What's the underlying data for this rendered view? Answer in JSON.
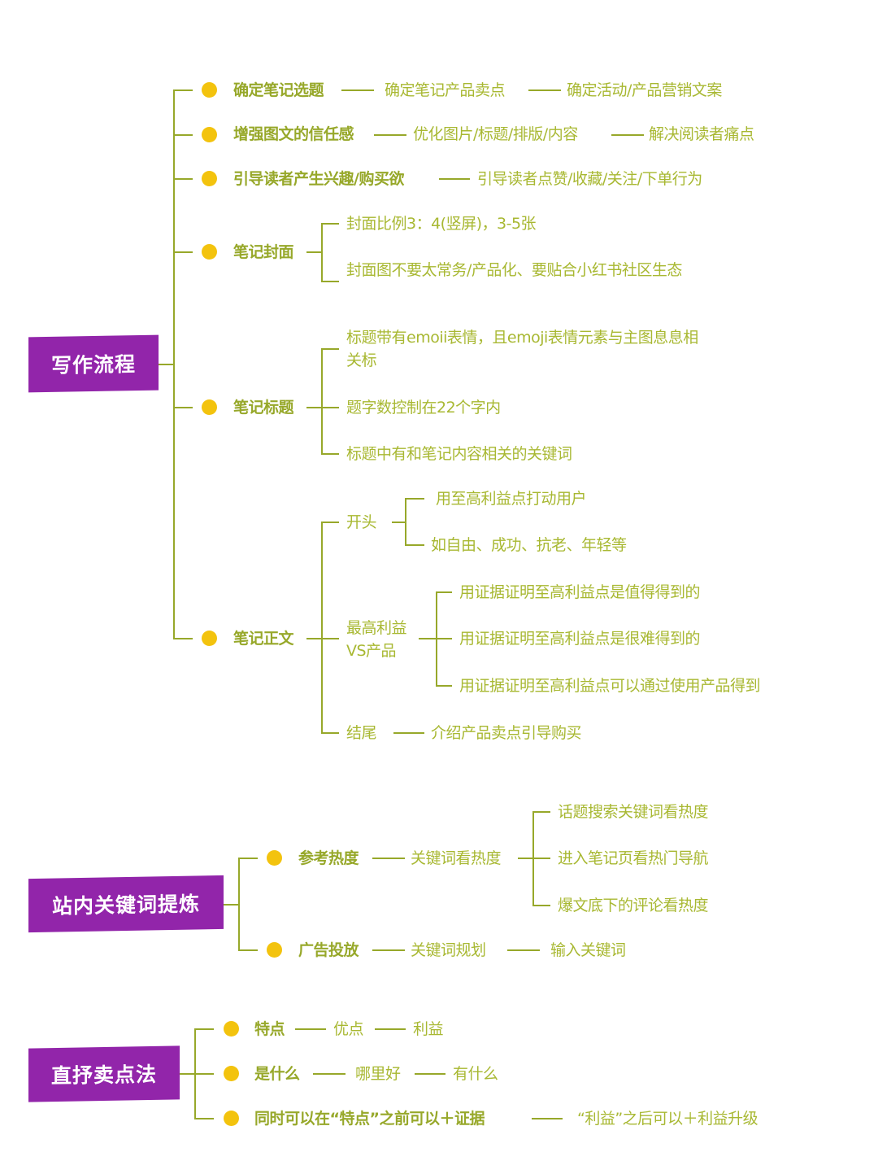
{
  "section1": {
    "root": "写作流程",
    "b1": {
      "label": "确定笔记选题",
      "c1": "确定笔记产品卖点",
      "c2": "确定活动/产品营销文案"
    },
    "b2": {
      "label": "增强图文的信任感",
      "c1": "优化图片/标题/排版/内容",
      "c2": "解决阅读者痛点"
    },
    "b3": {
      "label": "引导读者产生兴趣/购买欲",
      "c1": "引导读者点赞/收藏/关注/下单行为"
    },
    "b4": {
      "label": "笔记封面",
      "items": [
        "封面比例3：4(竖屏)，3-5张",
        "封面图不要太常务/产品化、要贴合小红书社区生态"
      ]
    },
    "b5": {
      "label": "笔记标题",
      "items": [
        "标题带有emoii表情，且emoji表情元素与主图息息相关标",
        "题字数控制在22个字内",
        "标题中有和笔记内容相关的关键词"
      ]
    },
    "b6": {
      "label": "笔记正文",
      "g1": {
        "label": "开头",
        "items": [
          "用至高利益点打动用户",
          "如自由、成功、抗老、年轻等"
        ]
      },
      "g2": {
        "label": "最高利益VS产品",
        "items": [
          "用证据证明至高利益点是值得得到的",
          "用证据证明至高利益点是很难得到的",
          "用证据证明至高利益点可以通过使用产品得到"
        ]
      },
      "g3": {
        "label": "结尾",
        "c1": "介绍产品卖点引导购买"
      }
    }
  },
  "section2": {
    "root": "站内关键词提炼",
    "b1": {
      "label": "参考热度",
      "c1": "关键词看热度",
      "items": [
        "话题搜索关键词看热度",
        "进入笔记页看热门导航",
        "爆文底下的评论看热度"
      ]
    },
    "b2": {
      "label": "广告投放",
      "c1": "关键词规划",
      "c2": "输入关键词"
    }
  },
  "section3": {
    "root": "直抒卖点法",
    "b1": {
      "label": "特点",
      "c1": "优点",
      "c2": "利益"
    },
    "b2": {
      "label": "是什么",
      "c1": "哪里好",
      "c2": "有什么"
    },
    "b3": {
      "label": "同时可以在“特点”之前可以＋证据",
      "c1": "“利益”之后可以＋利益升级"
    }
  }
}
